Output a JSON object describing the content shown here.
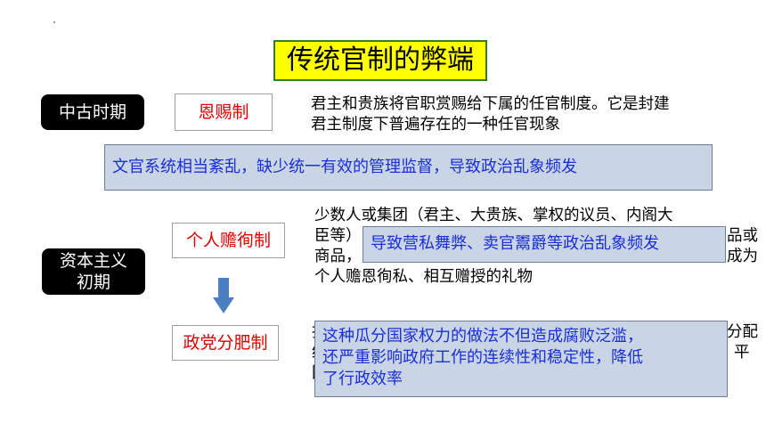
{
  "title": "传统官制的弊端",
  "periods": {
    "medieval": "中古时期",
    "capitalist_line1": "资本主义",
    "capitalist_line2": "初期"
  },
  "systems": {
    "grace_grant": "恩赐制",
    "personal_patronage": "个人赡徇制",
    "spoils": "政党分肥制"
  },
  "descriptions": {
    "grace_grant_line1": "君主和贵族将官职赏赐给下属的任官制度。它是封建",
    "grace_grant_line2": "君主制度下普遍存在的一种任官现象",
    "patronage_line1": "少数人或集团（君主、大贵族、掌权的议员、内阁大",
    "patronage_line2": "臣等）",
    "patronage_line2_end": "品或",
    "patronage_line3": "商品，",
    "patronage_line3_end": "成为",
    "patronage_line4": "个人赡恩徇私、相互赠授的礼物",
    "spoils_line1_start": "把",
    "spoils_line1_end": "分配",
    "spoils_line2_start": "给",
    "spoils_line2_end": "平",
    "spoils_line3_start": "国"
  },
  "notes": {
    "note1": "文官系统相当紊乱，缺少统一有效的管理监督，导致政治乱象频发",
    "note2": "导致营私舞弊、卖官鬻爵等政治乱象频发",
    "note3_line1": "这种瓜分国家权力的做法不但造成腐败泛滥，",
    "note3_line2": "还严重影响政府工作的连续性和稳定性，降低",
    "note3_line3": "了行政效率"
  },
  "colors": {
    "title_bg": "#ffff00",
    "title_border": "#2e7d32",
    "system_text": "#e00000",
    "note_bg": "#c9d4e4",
    "note_text": "#1a2fd6",
    "arrow": "#4a7fc1"
  }
}
